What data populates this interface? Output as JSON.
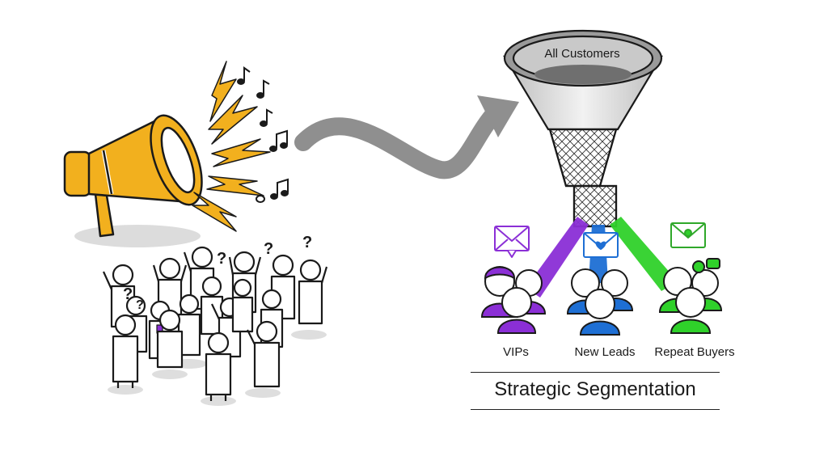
{
  "funnel": {
    "label": "All Customers"
  },
  "segments": [
    {
      "label": "VIPs",
      "color": "#8b2fd6"
    },
    {
      "label": "New Leads",
      "color": "#1e6fd4"
    },
    {
      "label": "Repeat Buyers",
      "color": "#2fd12a"
    }
  ],
  "caption": "Strategic Segmentation",
  "colors": {
    "megaphone": "#f2b01e",
    "arrow": "#8f8f8f",
    "outline": "#1a1a1a",
    "shadow": "#d9d9d9"
  },
  "icons": [
    "megaphone-icon",
    "music-note-icon",
    "question-mark-icon",
    "envelope-icon",
    "heart-icon",
    "funnel-icon"
  ]
}
